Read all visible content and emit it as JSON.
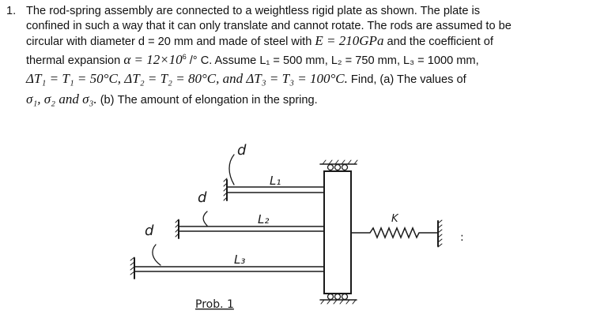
{
  "problem": {
    "number": "1.",
    "line1": "The rod-spring assembly are connected to a weightless rigid plate as shown. The plate is",
    "line2": "confined in such a way that it can only translate and cannot rotate. The rods are assumed to be",
    "line3_a": "circular with diameter d = 20 mm and made of steel with ",
    "line3_math": "E = 210GPa",
    "line3_b": " and the coefficient of",
    "line4_a": "thermal expansion ",
    "line4_math": "α = 12×10",
    "line4_exp": "6",
    "line4_unit": " /° C.",
    "line4_b": " Assume L₁ = 500 mm, L₂ = 750 mm, L₃ = 1000 mm,",
    "line5_eq1": "ΔT₁ = T₁ = 50°C,  ΔT₂ = T₂ = 80°C,",
    "line5_and": " and ",
    "line5_eq3": "ΔT₃ = T₃ = 100°C.",
    "line5_b": " Find, (a) The values of",
    "line6_math": "σ₁, σ₂ and σ₃.",
    "line6_b": " (b) The amount of elongation in the spring."
  },
  "figure": {
    "label_d1": "d",
    "label_d2": "d",
    "label_d3": "d",
    "label_L1": "L₁",
    "label_L2": "L₂",
    "label_L3": "L₃",
    "label_k": "K",
    "caption": "Prob. 1"
  }
}
